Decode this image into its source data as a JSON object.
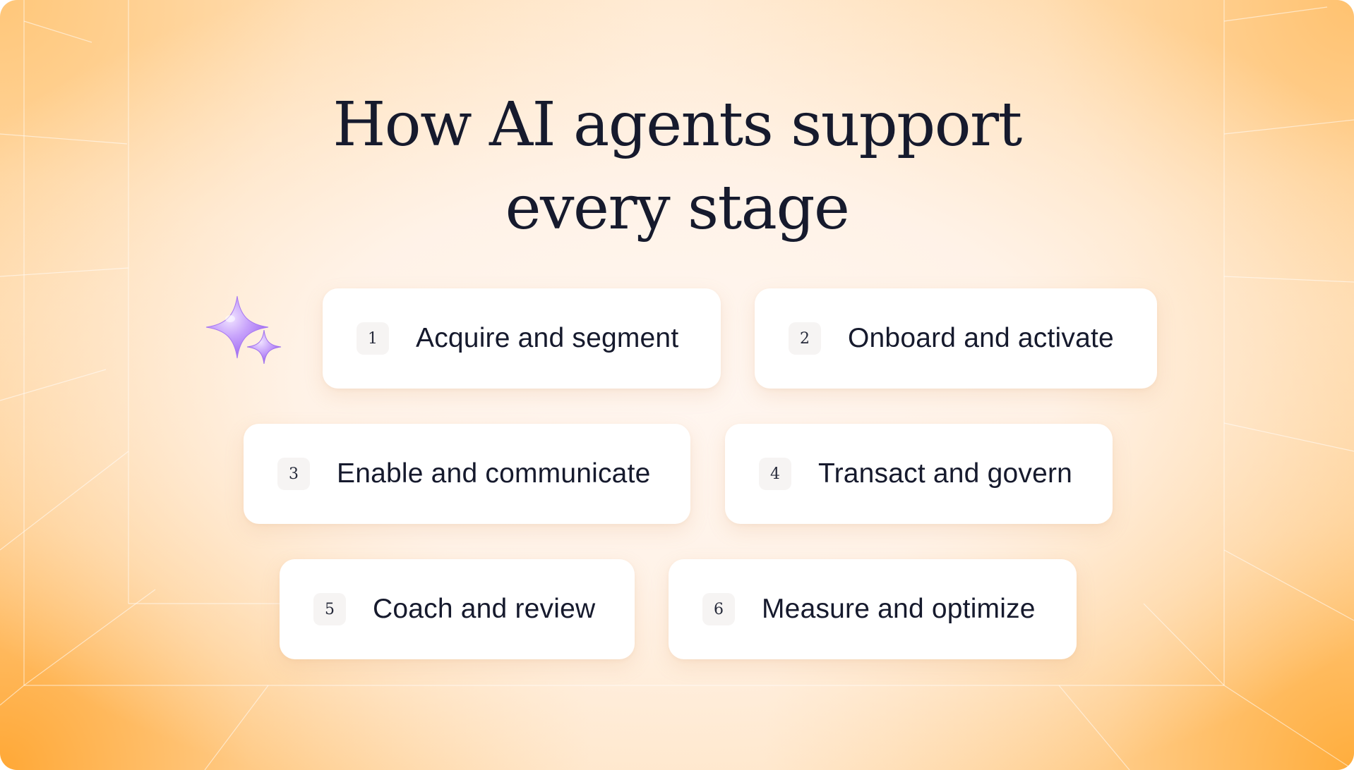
{
  "title": {
    "line1": "How AI agents support",
    "line2": "every stage"
  },
  "decoration": {
    "icon": "sparkle-icon",
    "color": "#b48cf5"
  },
  "stages": [
    {
      "number": "1",
      "label": "Acquire and segment"
    },
    {
      "number": "2",
      "label": "Onboard and activate"
    },
    {
      "number": "3",
      "label": "Enable and communicate"
    },
    {
      "number": "4",
      "label": "Transact and govern"
    },
    {
      "number": "5",
      "label": "Coach and review"
    },
    {
      "number": "6",
      "label": "Measure and optimize"
    }
  ],
  "colors": {
    "text": "#161a2d",
    "card": "#ffffff",
    "accent_orange": "#ffa836"
  }
}
